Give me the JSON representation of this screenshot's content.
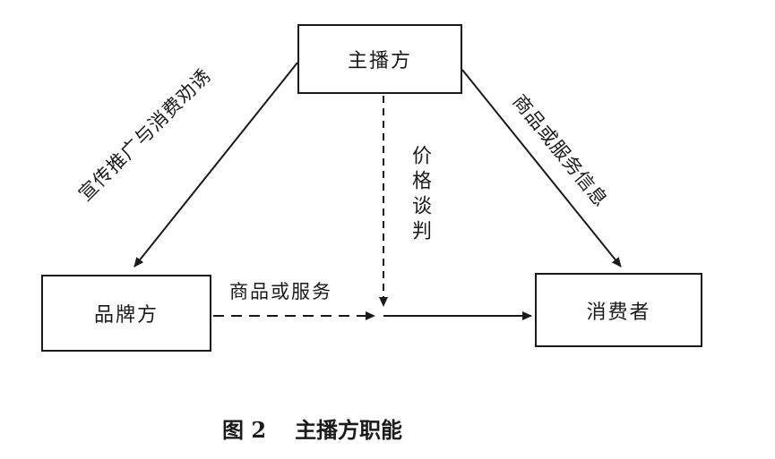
{
  "diagram": {
    "nodes": {
      "anchor": "主播方",
      "brand": "品牌方",
      "consumer": "消费者"
    },
    "edges": {
      "anchor_to_brand": "宣传推广与消费劝诱",
      "anchor_to_consumer": "商品或服务信息",
      "anchor_price": "价格谈判",
      "brand_to_consumer": "商品或服务"
    },
    "caption": {
      "figure_number": "图 2",
      "title": "主播方职能"
    }
  }
}
